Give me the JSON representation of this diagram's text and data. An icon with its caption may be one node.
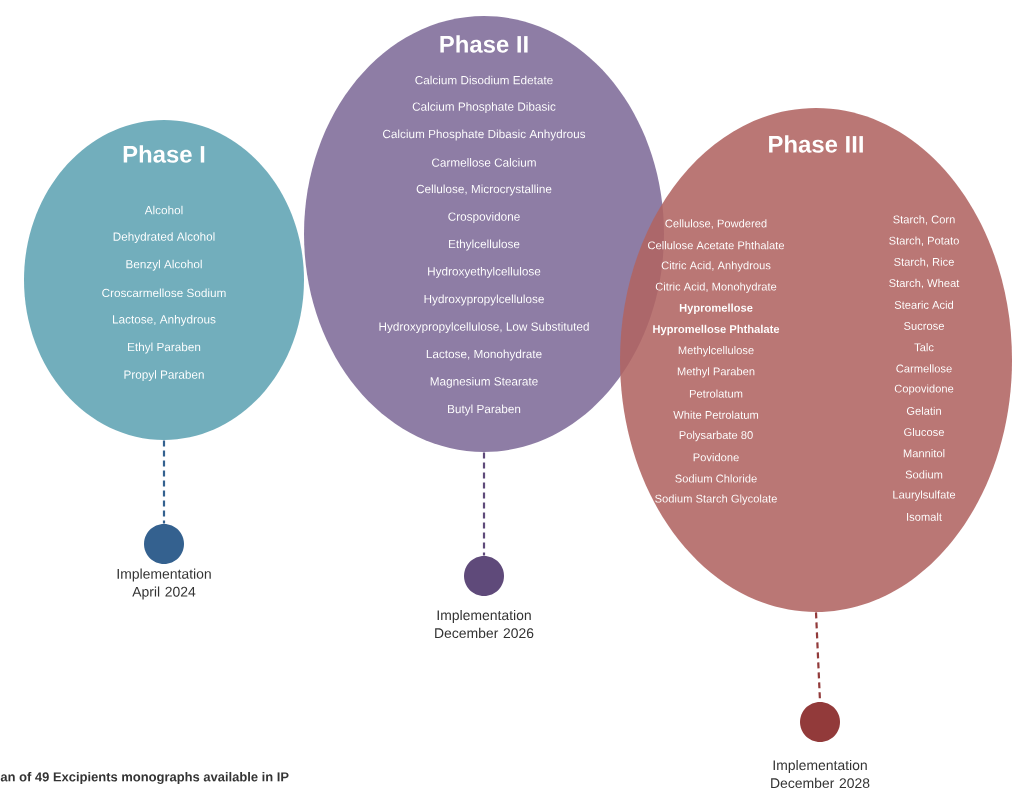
{
  "diagram": {
    "caption": "an of 49 Excipients monographs available in IP",
    "nodes": [
      {
        "text": [
          "Phase I",
          "Alcohol",
          "Dehydrated Alcohol",
          "Benzyl Alcohol",
          "Croscarmellose Sodium",
          "Lactose, Anhydrous",
          "Ethyl Paraben",
          "Propyl Paraben"
        ]
      },
      {
        "text": [
          "Phase II",
          "Calcium Disodium Edetate",
          "Calcium Phosphate Dibasic",
          "Calcium Phosphate Dibasic Anhydrous",
          "Carmellose Calcium",
          "Cellulose, Microcrystalline",
          "Crospovidone",
          "Ethylcellulose",
          "Hydroxyethylcellulose",
          "Hydroxypropylcellulose",
          "Hydroxypropylcellulose, Low Substituted",
          "Lactose, Monohydrate",
          "Magnesium Stearate",
          "Butyl Paraben"
        ]
      },
      {
        "text": [
          "Phase III",
          "Cellulose, Powdered",
          "Cellulose Acetate Phthalate",
          "Citric Acid, Anhydrous",
          "Citric Acid, Monohydrate",
          "**Hypromellose**",
          "**Hypromellose Phthalate**",
          "Methylcellulose",
          "Methyl Paraben",
          "Petrolatum",
          "White Petrolatum",
          "Polysarbate 80",
          "Povidone",
          "Sodium Chloride",
          "Sodium Starch Glycolate",
          "Starch, Corn",
          "Starch, Potato",
          "Starch, Rice",
          "Starch, Wheat",
          "Stearic Acid",
          "Sucrose",
          "Talc",
          "Carmellose",
          "Copovidone",
          "Gelatin",
          "Glucose",
          "Mannitol",
          "Sodium",
          "Laurylsulfate",
          "Isomalt"
        ]
      },
      {
        "text": [],
        "shape": "circle",
        "beside": [
          "Implementation April 2024"
        ]
      },
      {
        "text": [],
        "shape": "circle",
        "beside": [
          "Implementation December 2026"
        ]
      },
      {
        "text": [],
        "shape": "circle",
        "beside": [
          "Implementation December 2028"
        ]
      }
    ],
    "edges": [
      {
        "from": 0,
        "to": 3,
        "arrow": "none",
        "style": "dashed",
        "color": "#34618f"
      },
      {
        "from": 1,
        "to": 4,
        "arrow": "none",
        "style": "dashed",
        "color": "#5f4a7a"
      },
      {
        "from": 2,
        "to": 5,
        "arrow": "none",
        "style": "dashed",
        "color": "#923a3a"
      }
    ]
  }
}
